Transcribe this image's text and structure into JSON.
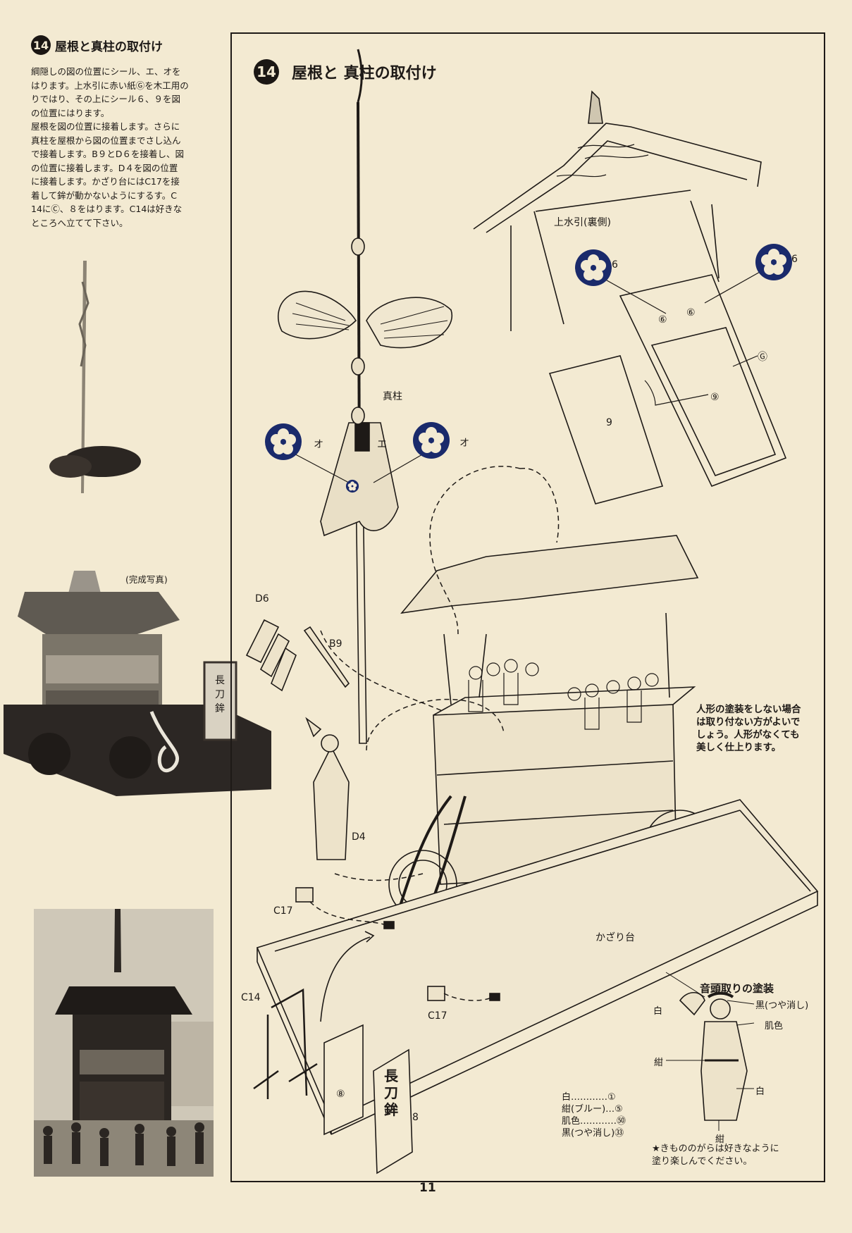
{
  "left": {
    "step_number": "14",
    "title": "屋根と真柱の取付け",
    "instructions": "綱隠しの図の位置にシール、エ、オを\nはります。上水引に赤い紙Ⓖを木工用の\nりではり、その上にシール６、９を図\nの位置にはります。\n屋根を図の位置に接着します。さらに\n真柱を屋根から図の位置までさし込ん\nで接着します。B９とD６を接着し、図\nの位置に接着します。D４を図の位置\nに接着します。かざり台にはC17を接\n着して鉾が動かないようにするす。C\n14にⒸ、８をはります。C14は好きな\nところへ立てて下さい。",
    "photo_caption": "(完成写真)",
    "banner_text": "長刀鉾"
  },
  "diagram": {
    "step_number": "14",
    "title": "屋根と 真柱の取付け",
    "labels": {
      "roof_back": "上水引(裏側)",
      "seal_6a": "6",
      "seal_6b": "6",
      "circle_6a": "⑥",
      "circle_6b": "⑥",
      "circle_g": "Ⓖ",
      "circle_9": "⑨",
      "panel_9": "9",
      "pillar": "真柱",
      "seal_o_left": "オ",
      "seal_e": "エ",
      "seal_o_right": "オ",
      "d6": "D6",
      "b9": "B9",
      "d4": "D4",
      "c17a": "C17",
      "c17b": "C17",
      "c14": "C14",
      "circle_8": "⑧",
      "banner": "長刀鉾",
      "banner_num": "8",
      "base": "かざり台"
    },
    "doll_note": "人形の塗装をしない場合\nは取り付ない方がよいで\nしょう。人形がなくても\n美しく仕上ります。",
    "painting": {
      "title": "音頭取りの塗装",
      "white_left": "白",
      "black_matte": "黒(つや消し)",
      "skin": "肌色",
      "navy_left": "紺",
      "white_right": "白",
      "navy_bottom": "紺"
    },
    "legend": [
      "白…………①",
      "紺(ブルー)…⑤",
      "肌色…………㊿",
      "黒(つや消し)㉝"
    ],
    "footnote": "★きもののがらは好きなように\n塗り楽しんでください。"
  },
  "page_number": "11",
  "colors": {
    "paper": "#f3ead2",
    "ink": "#1e1a17",
    "seal_navy": "#1a2a6b"
  }
}
